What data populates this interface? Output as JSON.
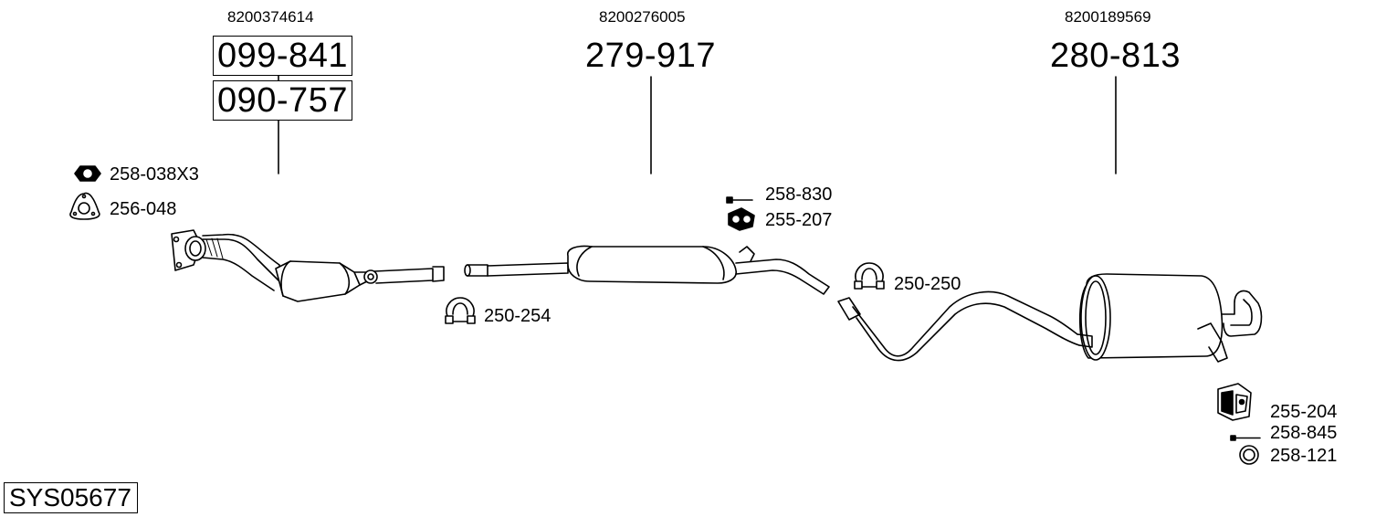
{
  "system_code": "SYS05677",
  "oem_numbers": [
    "8200374614",
    "8200276005",
    "8200189569"
  ],
  "main_parts": [
    "099-841",
    "090-757",
    "279-917",
    "280-813"
  ],
  "accessories": {
    "nut": "258-038X3",
    "gasket": "256-048",
    "clamp_front": "250-254",
    "bolt_mid": "258-830",
    "rubber_mount_mid": "255-207",
    "clamp_rear": "250-250",
    "rubber_mount_rear": "255-204",
    "bolt_rear": "258-845",
    "ring_rear": "258-121"
  }
}
